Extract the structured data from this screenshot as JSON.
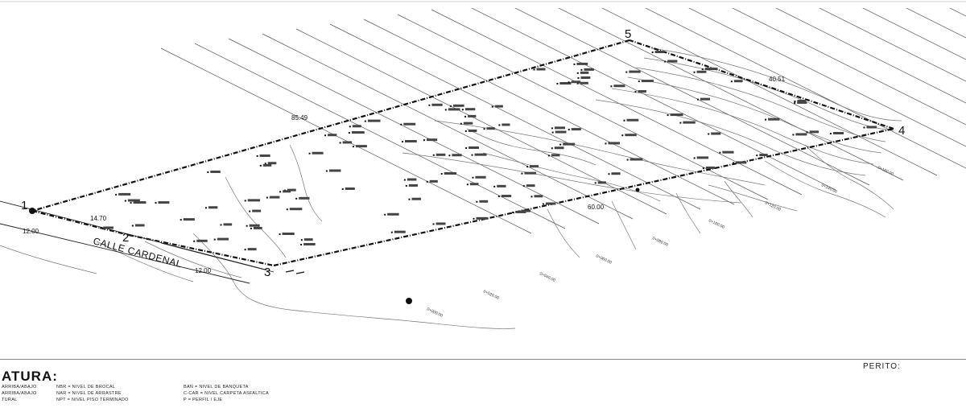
{
  "vertices": [
    {
      "id": "v1",
      "label": "1"
    },
    {
      "id": "v2",
      "label": "2"
    },
    {
      "id": "v3",
      "label": "3"
    },
    {
      "id": "v4",
      "label": "4"
    },
    {
      "id": "v5",
      "label": "5"
    }
  ],
  "dimensions": {
    "d_85_49": "85.49",
    "d_40_51": "40.51",
    "d_14_70": "14.70",
    "d_12_00_a": "12.00",
    "d_12_00_b": "12.00",
    "d_60_00": "60.00"
  },
  "street_name": "CALLE CARDENAL",
  "legend": {
    "title": "ATURA:",
    "rows": [
      [
        "ARRIBA/ABAJO",
        "NBR = NIVEL DE BROCAL",
        "BAN = NIVEL DE BANQUETA"
      ],
      [
        "ARRIBA/ABAJO",
        "NAR = NIVEL DE ARRASTRE",
        "C-CAR = NIVEL CARPETA ASFALTICA"
      ],
      [
        "TURAL",
        "NPT = NIVEL PISO TERMINADO",
        "P = PERFIL / EJE"
      ]
    ]
  },
  "perito_label": "PERITO:",
  "contour_labels": [
    "0+000.00",
    "0+020.00",
    "0+040.00",
    "0+060.00",
    "0+080.00",
    "0+100.00",
    "0+120.00",
    "0+140.00",
    "0+160.00"
  ],
  "colors": {
    "ink": "#111111",
    "hatch": "#555555",
    "contour": "#777777"
  }
}
